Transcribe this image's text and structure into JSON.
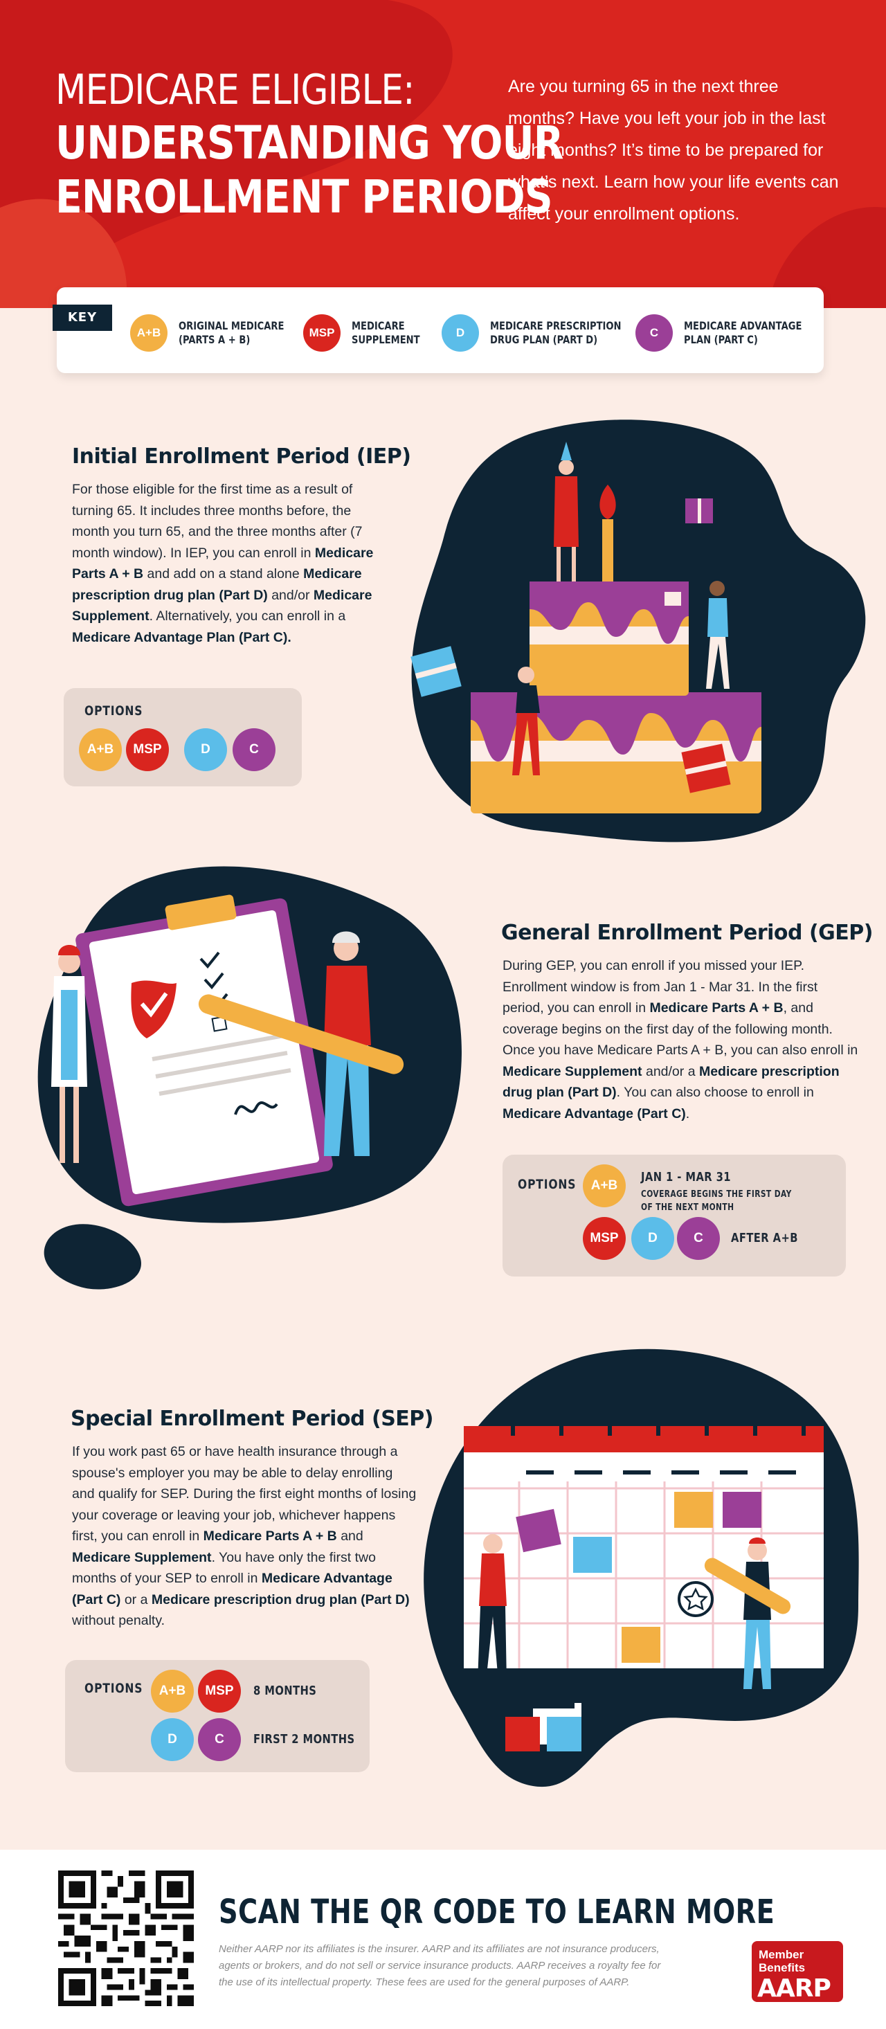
{
  "header": {
    "title_line1": "MEDICARE ELIGIBLE:",
    "title_line2": "UNDERSTANDING YOUR",
    "title_line3": "ENROLLMENT PERIODS",
    "intro": "Are you turning 65 in the next three months? Have you left your job in the last eight months? It’s time to be prepared for what’s next. Learn how your life events can affect your enrollment options."
  },
  "key": {
    "label": "KEY",
    "items": [
      {
        "symbol": "A+B",
        "line1": "ORIGINAL MEDICARE",
        "line2": "(PARTS A + B)"
      },
      {
        "symbol": "MSP",
        "line1": "MEDICARE",
        "line2": "SUPPLEMENT"
      },
      {
        "symbol": "D",
        "line1": "MEDICARE PRESCRIPTION",
        "line2": "DRUG PLAN (PART D)"
      },
      {
        "symbol": "C",
        "line1": "MEDICARE ADVANTAGE",
        "line2": "PLAN (PART C)"
      }
    ]
  },
  "iep": {
    "title": "Initial Enrollment Period (IEP)",
    "body": [
      {
        "t": "For those eligible for the first time as a result of turning 65. It includes three months before, the month you turn 65, and the three months after (7 month window). In IEP, you can enroll in "
      },
      {
        "t": "Medicare Parts A + B",
        "b": true
      },
      {
        "t": " and add on a stand alone "
      },
      {
        "t": "Medicare prescription drug plan (Part D)",
        "b": true
      },
      {
        "t": " and/or "
      },
      {
        "t": "Medicare Supplement",
        "b": true
      },
      {
        "t": ". Alternatively, you can enroll in a "
      },
      {
        "t": "Medicare Advantage Plan (Part C).",
        "b": true
      }
    ],
    "options_label": "OPTIONS",
    "options": [
      "A+B",
      "MSP",
      "D",
      "C"
    ]
  },
  "gep": {
    "title": "General Enrollment Period (GEP)",
    "body": [
      {
        "t": "During GEP, you can enroll if you missed your IEP. Enrollment window is from Jan 1 - Mar 31. In the first period, you can enroll in "
      },
      {
        "t": "Medicare Parts A + B",
        "b": true
      },
      {
        "t": ", and coverage begins on the first day of the following month. Once you have Medicare Parts A + B, you can also enroll in "
      },
      {
        "t": "Medicare Supplement",
        "b": true
      },
      {
        "t": " and/or a "
      },
      {
        "t": "Medicare prescription drug plan (Part D)",
        "b": true
      },
      {
        "t": ". You can also choose to enroll in "
      },
      {
        "t": "Medicare Advantage (Part C)",
        "b": true
      },
      {
        "t": "."
      }
    ],
    "options_label": "OPTIONS",
    "row1_symbol": "A+B",
    "row1_date": "JAN 1 - MAR 31",
    "row1_note_line1": "COVERAGE BEGINS THE FIRST DAY",
    "row1_note_line2": "OF THE NEXT MONTH",
    "row2_symbols": [
      "MSP",
      "D",
      "C"
    ],
    "row2_note": "AFTER A+B"
  },
  "sep": {
    "title": "Special Enrollment Period (SEP)",
    "body": [
      {
        "t": "If you work past 65 or have health insurance through a spouse's employer you may be able to delay enrolling and qualify for SEP. During the first eight months of losing your coverage or leaving your job, whichever happens first, you can enroll in "
      },
      {
        "t": "Medicare Parts A + B",
        "b": true
      },
      {
        "t": " and "
      },
      {
        "t": "Medicare Supplement",
        "b": true
      },
      {
        "t": ". You have only the first two months of your SEP to enroll in "
      },
      {
        "t": "Medicare Advantage (Part C)",
        "b": true
      },
      {
        "t": " or a "
      },
      {
        "t": "Medicare prescription drug plan (Part D)",
        "b": true
      },
      {
        "t": " without penalty."
      }
    ],
    "options_label": "OPTIONS",
    "row1_symbols": [
      "A+B",
      "MSP"
    ],
    "row1_note": "8 MONTHS",
    "row2_symbols": [
      "D",
      "C"
    ],
    "row2_note": "FIRST 2 MONTHS"
  },
  "footer": {
    "cta": "SCAN THE QR CODE TO LEARN MORE",
    "disclaimer": "Neither AARP nor its affiliates is the insurer. AARP and its affiliates are not insurance producers, agents or brokers, and do not sell or service insurance products. AARP receives a royalty fee for the use of its intellectual property. These fees are used for the general purposes of AARP.",
    "badge_line1": "Member",
    "badge_line2": "Benefits",
    "badge_brand": "AARP"
  },
  "colors": {
    "red": "#d9251f",
    "navy": "#0e2434",
    "yellow": "#f3b043",
    "blue": "#5bbde9",
    "purple": "#9b3f97",
    "cream": "#fcede6"
  }
}
